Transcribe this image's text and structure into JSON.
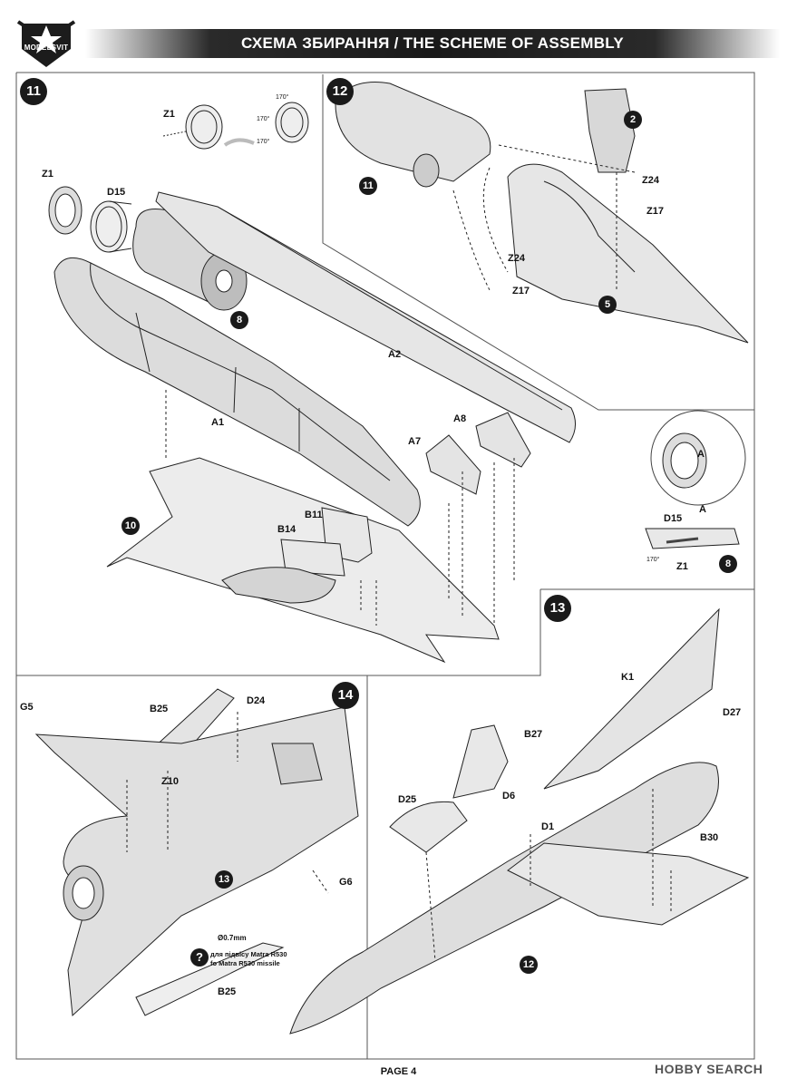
{
  "header": {
    "logo_text": "MODELSVIT",
    "title": "СХЕМА ЗБИРАННЯ / THE SCHEME OF ASSEMBLY"
  },
  "steps": {
    "s11": {
      "badge": "11",
      "labels": {
        "z1_top": "Z1",
        "z1": "Z1",
        "d15": "D15",
        "a2": "A2",
        "a1": "A1",
        "a8": "A8",
        "a7": "A7",
        "b11": "B11",
        "b14": "B14"
      },
      "angles": {
        "a1": "170°",
        "a2": "170°",
        "a3": "170°"
      },
      "refs": {
        "r8": "8",
        "r10": "10"
      }
    },
    "s12": {
      "badge": "12",
      "labels": {
        "z24_r": "Z24",
        "z17_r": "Z17",
        "z24_l": "Z24",
        "z17_l": "Z17"
      },
      "refs": {
        "r2": "2",
        "r11": "11",
        "r5": "5"
      }
    },
    "detail": {
      "a_inset": "A",
      "a_head": "A",
      "d15": "D15",
      "z1": "Z1",
      "angle": "170°",
      "ref": "8"
    },
    "s13": {
      "badge": "13",
      "labels": {
        "k1": "K1",
        "d27": "D27",
        "b27": "B27",
        "d25": "D25",
        "d6": "D6",
        "d1": "D1",
        "b30": "B30"
      },
      "refs": {
        "r12": "12"
      }
    },
    "s14": {
      "badge": "14",
      "labels": {
        "g5": "G5",
        "b25": "B25",
        "d24": "D24",
        "z10": "Z10",
        "g6": "G6",
        "b25_bottom": "B25"
      },
      "refs": {
        "r13": "13"
      },
      "note_mm": "Ø0.7mm",
      "note_ua": "для підвісу Matra R530",
      "note_en": "fo Matra R530 missile"
    }
  },
  "footer": {
    "page": "PAGE 4"
  },
  "watermark": "HOBBY SEARCH"
}
